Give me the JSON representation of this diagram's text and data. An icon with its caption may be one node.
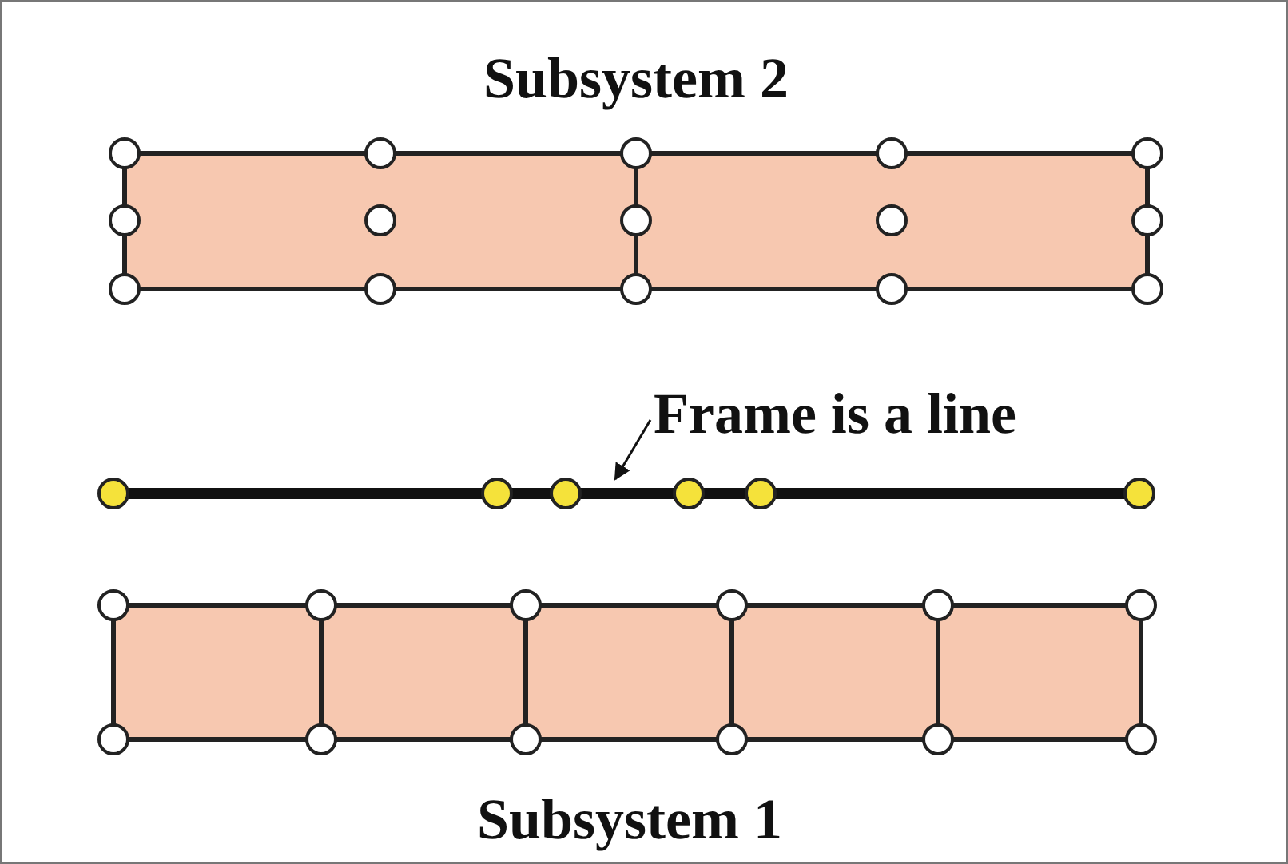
{
  "diagram": {
    "nodes": [
      {
        "text": [
          "Subsystem 2"
        ]
      },
      {
        "text": [
          "Subsystem 1"
        ]
      },
      {
        "text": [
          "Frame is a line"
        ]
      },
      {
        "text": [],
        "shape": "line"
      }
    ],
    "edges": [
      {
        "from": 2,
        "to": 3,
        "arrow": "to"
      }
    ]
  }
}
